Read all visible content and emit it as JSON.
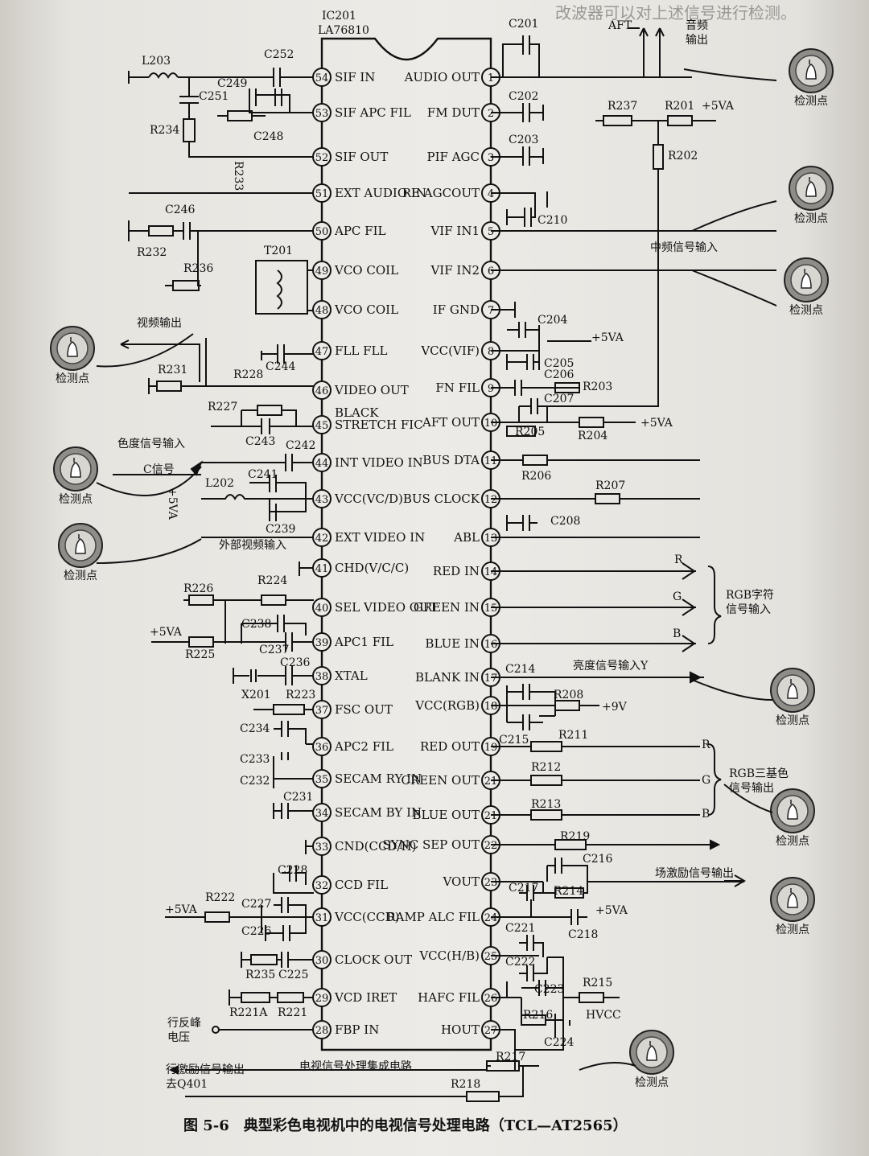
{
  "ic": {
    "ref": "IC201",
    "part": "LA76810",
    "label": "电视信号处理集成电路"
  },
  "caption": "图 5-6　典型彩色电视机中的电视信号处理电路（TCL—AT2565）",
  "header_faint": "改波器可以对上述信号进行检测。",
  "pins_left": [
    {
      "n": "54",
      "name": "SIF IN"
    },
    {
      "n": "53",
      "name": "SIF APC FIL"
    },
    {
      "n": "52",
      "name": "SIF OUT"
    },
    {
      "n": "51",
      "name": "EXT AUDIO IN"
    },
    {
      "n": "50",
      "name": "APC FIL"
    },
    {
      "n": "49",
      "name": "VCO COIL"
    },
    {
      "n": "48",
      "name": "VCO COIL"
    },
    {
      "n": "47",
      "name": "FLL FLL"
    },
    {
      "n": "46",
      "name": "VIDEO OUT"
    },
    {
      "n": "45",
      "name": "STRETCH FIC"
    },
    {
      "n": "44",
      "name": "INT VIDEO IN"
    },
    {
      "n": "43",
      "name": "VCC(VC/D)"
    },
    {
      "n": "42",
      "name": "EXT VIDEO IN"
    },
    {
      "n": "41",
      "name": "CHD(V/C/C)"
    },
    {
      "n": "40",
      "name": "SEL VIDEO OUT"
    },
    {
      "n": "39",
      "name": "APC1 FIL"
    },
    {
      "n": "38",
      "name": "XTAL"
    },
    {
      "n": "37",
      "name": "FSC OUT"
    },
    {
      "n": "36",
      "name": "APC2 FIL"
    },
    {
      "n": "35",
      "name": "SECAM RY IN"
    },
    {
      "n": "34",
      "name": "SECAM BY IN"
    },
    {
      "n": "33",
      "name": "CND(CCD/H)"
    },
    {
      "n": "32",
      "name": "CCD FIL"
    },
    {
      "n": "31",
      "name": "VCC(CCD)"
    },
    {
      "n": "30",
      "name": "CLOCK OUT"
    },
    {
      "n": "29",
      "name": "VCD IRET"
    },
    {
      "n": "28",
      "name": "FBP IN"
    }
  ],
  "pin45_top": "BLACK",
  "pins_right": [
    {
      "n": "1",
      "name": "AUDIO OUT"
    },
    {
      "n": "2",
      "name": "FM DUT"
    },
    {
      "n": "3",
      "name": "PIF AGC"
    },
    {
      "n": "4",
      "name": "RE AGCOUT"
    },
    {
      "n": "5",
      "name": "VIF IN1"
    },
    {
      "n": "6",
      "name": "VIF IN2"
    },
    {
      "n": "7",
      "name": "IF GND"
    },
    {
      "n": "8",
      "name": "VCC(VIF)"
    },
    {
      "n": "9",
      "name": "FN FIL"
    },
    {
      "n": "10",
      "name": "AFT OUT"
    },
    {
      "n": "11",
      "name": "BUS DTA"
    },
    {
      "n": "12",
      "name": "BUS CLOCK"
    },
    {
      "n": "13",
      "name": "ABL"
    },
    {
      "n": "14",
      "name": "RED IN"
    },
    {
      "n": "15",
      "name": "GREEN IN"
    },
    {
      "n": "16",
      "name": "BLUE IN"
    },
    {
      "n": "17",
      "name": "BLANK IN"
    },
    {
      "n": "18",
      "name": "VCC(RGB)"
    },
    {
      "n": "19",
      "name": "RED OUT"
    },
    {
      "n": "21",
      "name": "CREEN OUT"
    },
    {
      "n": "21",
      "name": "BLUE OUT"
    },
    {
      "n": "22",
      "name": "SYNC SEP OUT"
    },
    {
      "n": "23",
      "name": "VOUT"
    },
    {
      "n": "24",
      "name": "RAMP ALC FIL"
    },
    {
      "n": "25",
      "name": "VCC(H/B)"
    },
    {
      "n": "26",
      "name": "HAFC FIL"
    },
    {
      "n": "27",
      "name": "HOUT"
    }
  ],
  "components": {
    "L203": "L203",
    "C252": "C252",
    "C249": "C249",
    "C251": "C251",
    "R233": "R233",
    "C248": "C248",
    "R234": "R234",
    "C246": "C246",
    "R232": "R232",
    "R236": "R236",
    "T201": "T201",
    "C244": "C244",
    "R231": "R231",
    "R228": "R228",
    "R227": "R227",
    "C243": "C243",
    "C242": "C242",
    "C241": "C241",
    "L202": "L202",
    "C239": "C239",
    "R226": "R226",
    "R224": "R224",
    "C238": "C238",
    "R225": "R225",
    "C237": "C237",
    "C236": "C236",
    "X201": "X201",
    "R223": "R223",
    "C234": "C234",
    "C233": "C233",
    "C232": "C232",
    "C231": "C231",
    "C228": "C228",
    "R222": "R222",
    "C227": "C227",
    "C226": "C226",
    "R235": "R235",
    "C225": "C225",
    "R221A": "R221A",
    "R221": "R221",
    "C201": "C201",
    "C202": "C202",
    "C203": "C203",
    "C210": "C210",
    "R237": "R237",
    "R201": "R201",
    "R202": "R202",
    "C204": "C204",
    "C205": "C205",
    "C206": "C206",
    "R203": "R203",
    "C207": "C207",
    "R205": "R205",
    "R204": "R204",
    "R206": "R206",
    "R207": "R207",
    "C208": "C208",
    "C214": "C214",
    "R208": "R208",
    "C215": "C215",
    "R211": "R211",
    "R212": "R212",
    "R213": "R213",
    "R219": "R219",
    "C216": "C216",
    "C217": "C217",
    "R214": "R214",
    "C218": "C218",
    "C221": "C221",
    "C222": "C222",
    "C223": "C223",
    "R215": "R215",
    "R216": "R216",
    "C224": "C224",
    "R217": "R217",
    "R218": "R218"
  },
  "supplies": {
    "vcc5": "+5VA",
    "vcc5_vert": "+5VA",
    "vcc9": "+9V",
    "hvcc": "HVCC"
  },
  "signals": {
    "aft": "AFT",
    "audio_out": "音频\n输出",
    "if_in": "中频信号输入",
    "video_out": "视频输出",
    "chroma_in": "色度信号输入",
    "c_sig": "C信号",
    "ext_video": "外部视频输入",
    "rgb_char": "RGB字符\n信号输入",
    "luma_y": "亮度信号输入Y",
    "rgb_out": "RGB三基色\n信号输出",
    "field_drive": "场激励信号输出",
    "flyback": "行反峰\n电压",
    "line_drive": "行激励信号输出\n去Q401",
    "R": "R",
    "G": "G",
    "B": "B"
  },
  "probe": "检测点"
}
